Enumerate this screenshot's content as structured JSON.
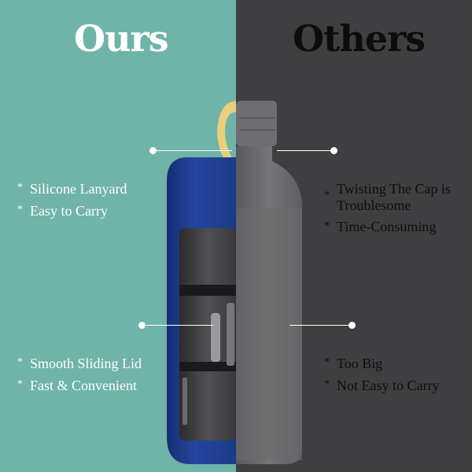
{
  "headings": {
    "ours": "Ours",
    "others": "Others"
  },
  "ours": {
    "top_features": [
      "Silicone Lanyard",
      "Easy to Carry"
    ],
    "bottom_features": [
      "Smooth Sliding Lid",
      "Fast & Convenient"
    ]
  },
  "others": {
    "top_features": [
      "Twisting The Cap is Troublesome",
      "Time-Consuming"
    ],
    "bottom_features": [
      "Too Big",
      "Not Easy to Carry"
    ]
  },
  "colors": {
    "ours_background": "#6fb3a9",
    "others_background": "#3f3f41",
    "ours_sleeve": "#1f3d8c",
    "others_bottle": "#6b6b6b"
  },
  "icons": {
    "bullet": "star-bullet-icon"
  }
}
